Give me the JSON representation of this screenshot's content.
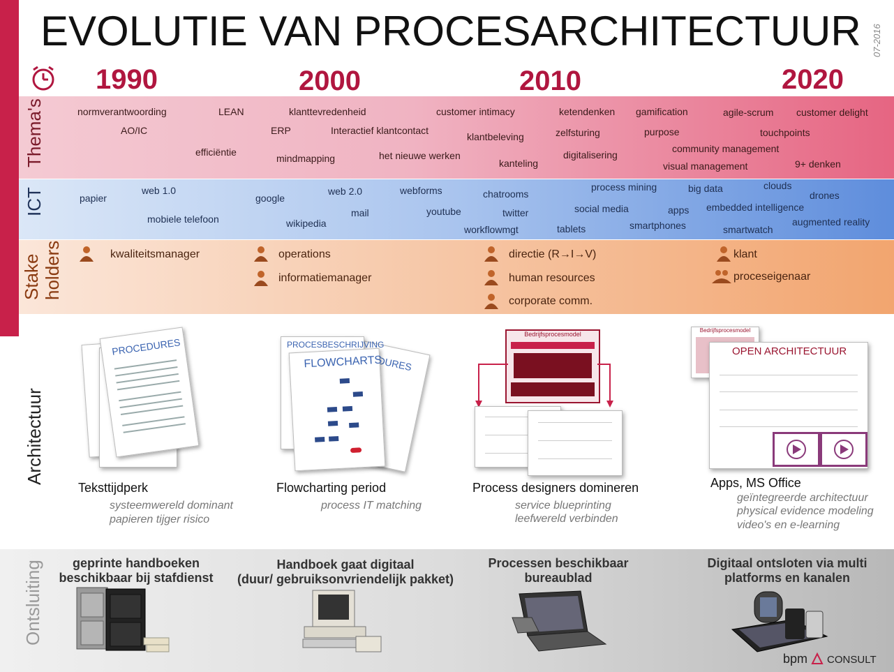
{
  "title": "EVOLUTIE VAN PROCESARCHITECTUUR",
  "date": "07-2016",
  "clock_icon": "clock-icon",
  "years": [
    "1990",
    "2000",
    "2010",
    "2020"
  ],
  "colors": {
    "accent": "#c8214a",
    "year": "#b0163f",
    "themas": "#e66582",
    "ict": "#5e8ddc",
    "stake": "#f2a56f"
  },
  "rows": {
    "themas": "Thema's",
    "ict": "ICT",
    "stake_line1": "Stake",
    "stake_line2": "holders",
    "architectuur": "Architectuur",
    "ontsluiting": "Ontsluiting"
  },
  "themas": [
    "normverantwoording",
    "AO/IC",
    "LEAN",
    "efficiëntie",
    "klanttevredenheid",
    "ERP",
    "Interactief klantcontact",
    "mindmapping",
    "het nieuwe werken",
    "customer intimacy",
    "klantbeleving",
    "kanteling",
    "ketendenken",
    "zelfsturing",
    "digitalisering",
    "gamification",
    "purpose",
    "agile-scrum",
    "customer delight",
    "touchpoints",
    "community management",
    "visual management",
    "9+ denken"
  ],
  "ict": [
    "papier",
    "web 1.0",
    "mobiele telefoon",
    "google",
    "wikipedia",
    "web 2.0",
    "mail",
    "webforms",
    "youtube",
    "chatrooms",
    "twitter",
    "workflowmgt",
    "process mining",
    "social media",
    "tablets",
    "big data",
    "apps",
    "smartphones",
    "clouds",
    "embedded intelligence",
    "smartwatch",
    "drones",
    "augmented reality"
  ],
  "stakeholders": [
    "kwaliteitsmanager",
    "operations",
    "informatiemanager",
    "directie (R→I→V)",
    "human resources",
    "corporate comm.",
    "klant",
    "proceseigenaar"
  ],
  "architectuur": [
    {
      "head": "Teksttijdperk",
      "sub": [
        "systeemwereld dominant",
        "papieren tijger risico"
      ]
    },
    {
      "head": "Flowcharting period",
      "sub": [
        "process IT matching"
      ]
    },
    {
      "head": "Process designers domineren",
      "sub": [
        "service blueprinting",
        "leefwereld verbinden"
      ]
    },
    {
      "head": "Apps, MS Office",
      "sub": [
        "geïntegreerde architectuur",
        "physical evidence modeling",
        "video's en e-learning"
      ]
    }
  ],
  "docs": {
    "procedures": "PROCEDURES",
    "procesbeschrijving": "PROCESBESCHRIJVING",
    "flowcharts": "FLOWCHARTS",
    "bedrijfsprocesmodel": "Bedrijfsprocesmodel",
    "open_architectuur": "OPEN ARCHITECTUUR"
  },
  "ontsluiting": [
    [
      "geprinte handboeken",
      "beschikbaar bij stafdienst"
    ],
    [
      "Handboek gaat digitaal",
      "(duur/ gebruiksonvriendelijk pakket)"
    ],
    [
      "Processen beschikbaar",
      "bureaublad"
    ],
    [
      "Digitaal ontsloten via multi",
      "platforms en kanalen"
    ]
  ],
  "logo": {
    "part1": "bpm",
    "part2": "CONSULT"
  }
}
